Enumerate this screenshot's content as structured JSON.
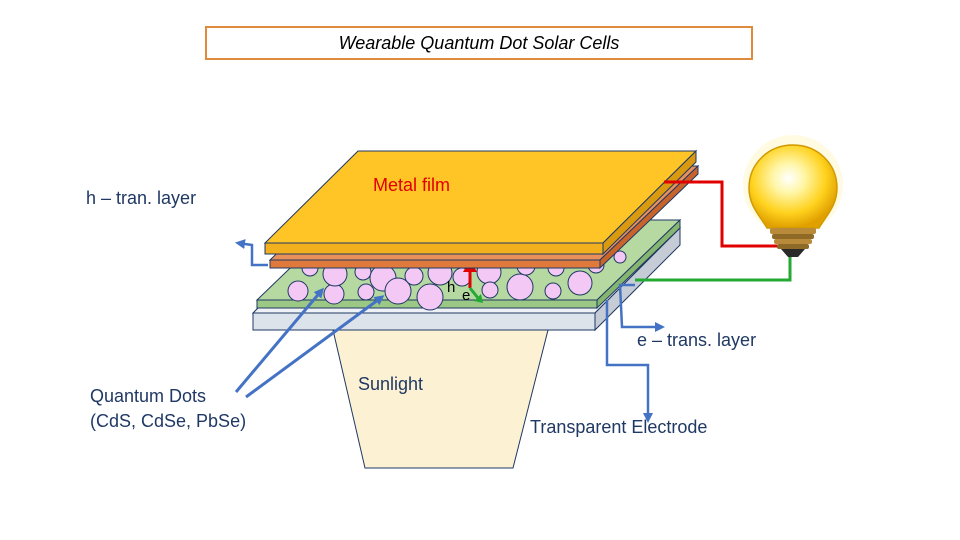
{
  "title": "Wearable Quantum Dot Solar Cells",
  "labels": {
    "metal_film": "Metal film",
    "h_layer": "h – tran. layer",
    "e_layer": "e – trans. layer",
    "quantum_dots_line1": "Quantum Dots",
    "quantum_dots_line2": "(CdS, CdSe, PbSe)",
    "sunlight": "Sunlight",
    "transparent_electrode": "Transparent Electrode",
    "hole": "h",
    "electron": "e"
  },
  "colors": {
    "title_border": "#e08a3c",
    "metal_film": "#ffc527",
    "h_layer": "#e07a3c",
    "qd_layer": "#b5d9a0",
    "quantum_dot": "#f3c8f5",
    "electrode": "#dde3ea",
    "sunlight": "#fdf1d4",
    "arrow": "#4472c4",
    "positive_wire": "#e00000",
    "negative_wire": "#22aa33",
    "label_text": "#1f3864"
  },
  "icons": {
    "bulb": "light-bulb-icon"
  }
}
